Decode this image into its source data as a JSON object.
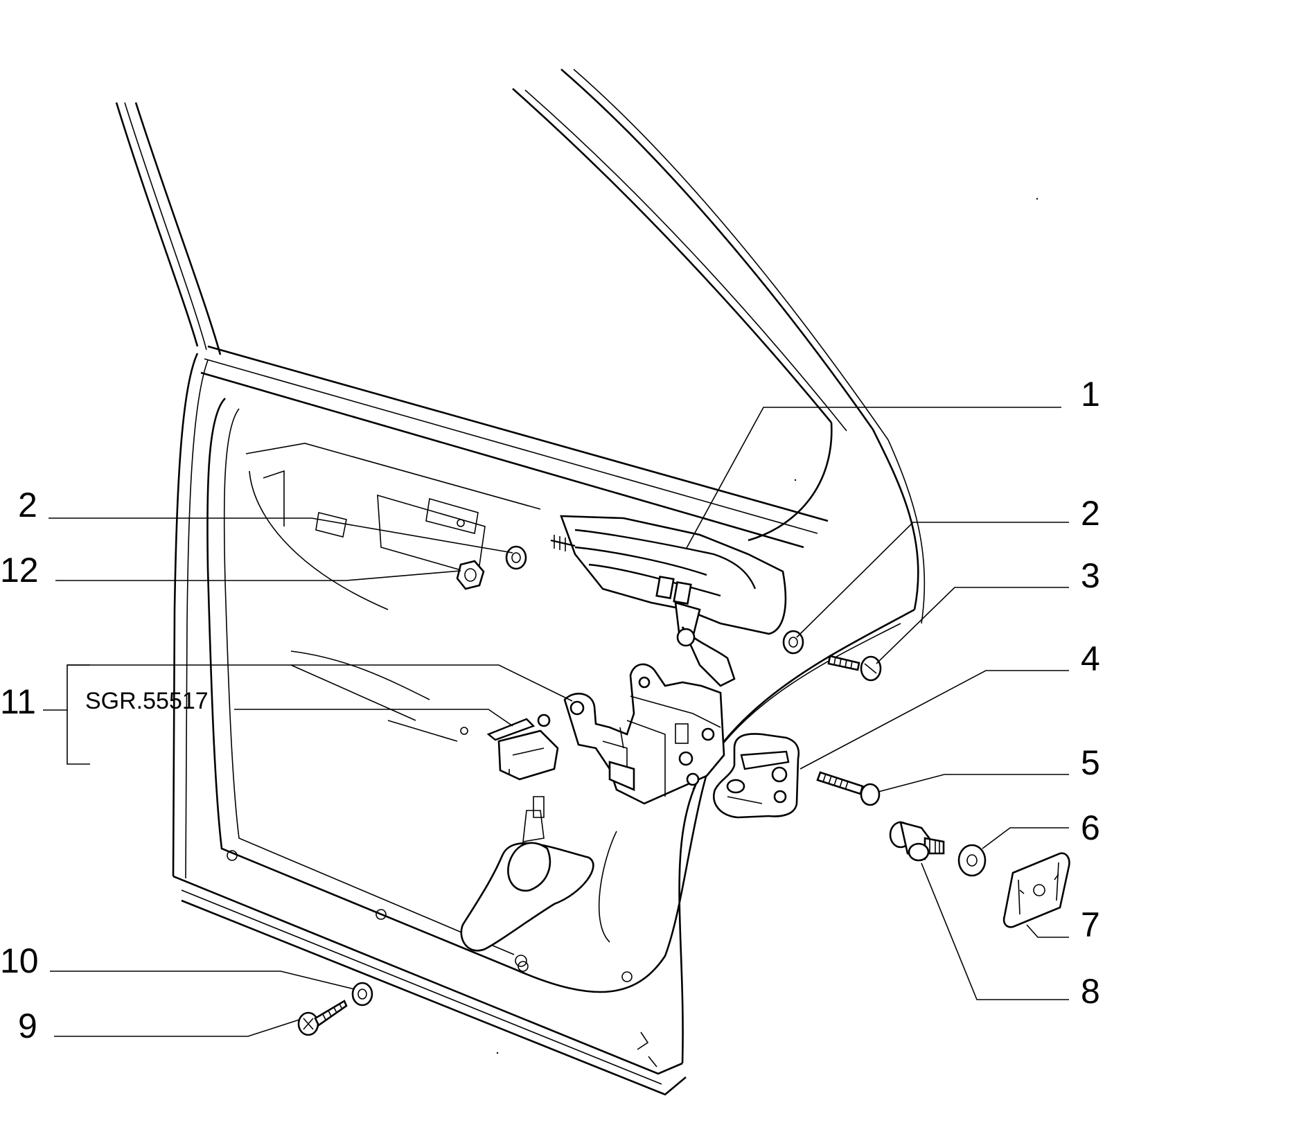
{
  "diagram": {
    "reference_code": "SGR.55517",
    "callouts": [
      {
        "id": "c1",
        "number": "1"
      },
      {
        "id": "c2r",
        "number": "2"
      },
      {
        "id": "c3",
        "number": "3"
      },
      {
        "id": "c4",
        "number": "4"
      },
      {
        "id": "c5",
        "number": "5"
      },
      {
        "id": "c6",
        "number": "6"
      },
      {
        "id": "c7",
        "number": "7"
      },
      {
        "id": "c8",
        "number": "8"
      },
      {
        "id": "c2l",
        "number": "2"
      },
      {
        "id": "c12",
        "number": "12"
      },
      {
        "id": "c11",
        "number": "11"
      },
      {
        "id": "c10",
        "number": "10"
      },
      {
        "id": "c9",
        "number": "9"
      }
    ]
  }
}
